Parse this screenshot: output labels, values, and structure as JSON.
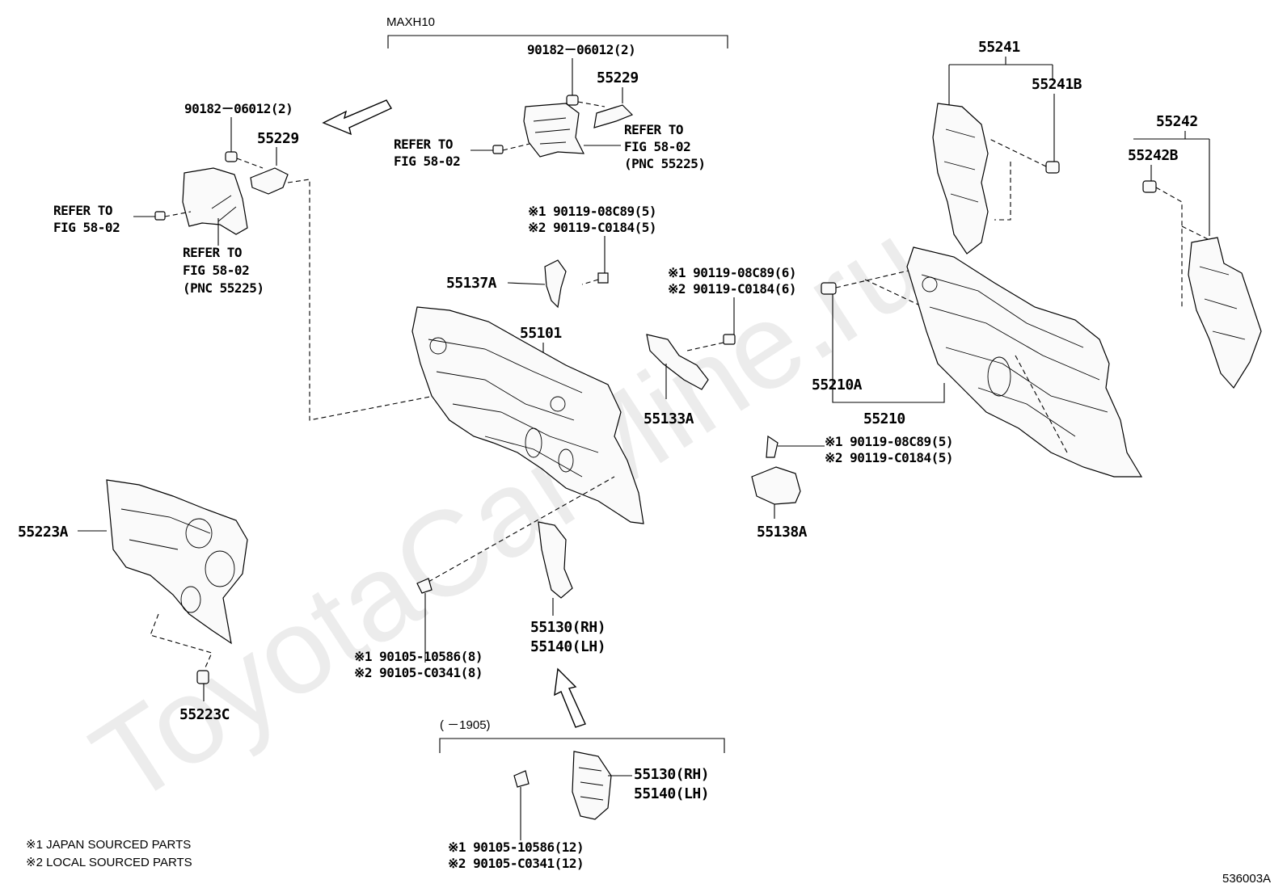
{
  "watermark": "ToyotaCarMine.ru",
  "figure_code": "536003A",
  "notes": {
    "japan": "※1 JAPAN SOURCED PARTS",
    "local": "※2 LOCAL SOURCED PARTS"
  },
  "top_bracket_label": "MAXH10",
  "bottom_bracket_label": "(     －1905)",
  "labels": {
    "p90182_top": "90182－06012(2)",
    "p55229_top": "55229",
    "refer_top_left_1": "REFER TO",
    "refer_top_left_2": "FIG 58-02",
    "refer_top_right_1": "REFER TO",
    "refer_top_right_2": "FIG 58-02",
    "refer_top_right_3": "(PNC 55225)",
    "p90182_left": "90182－06012(2)",
    "p55229_left": "55229",
    "refer_left_1": "REFER TO",
    "refer_left_2": "FIG 58-02",
    "refer_bottom_1": "REFER TO",
    "refer_bottom_2": "FIG 58-02",
    "refer_bottom_3": "(PNC 55225)",
    "bolt_137_1": "※1 90119-08C89(5)",
    "bolt_137_2": "※2 90119-C0184(5)",
    "p55137A": "55137A",
    "p55101": "55101",
    "bolt_133_1": "※1 90119-08C89(6)",
    "bolt_133_2": "※2 90119-C0184(6)",
    "p55133A": "55133A",
    "p55210A": "55210A",
    "p55210": "55210",
    "bolt_138_1": "※1 90119-08C89(5)",
    "bolt_138_2": "※2 90119-C0184(5)",
    "p55138A": "55138A",
    "p55241": "55241",
    "p55241B": "55241B",
    "p55242": "55242",
    "p55242B": "55242B",
    "p55223A": "55223A",
    "p55223C": "55223C",
    "bolt_130_1": "※1 90105-10586(8)",
    "bolt_130_2": "※2 90105-C0341(8)",
    "p55130_mid": "55130(RH)",
    "p55140_mid": "55140(LH)",
    "p55130_bot": "55130(RH)",
    "p55140_bot": "55140(LH)",
    "bolt_bot_1": "※1  90105-10586(12)",
    "bolt_bot_2": "※2  90105-C0341(12)"
  }
}
